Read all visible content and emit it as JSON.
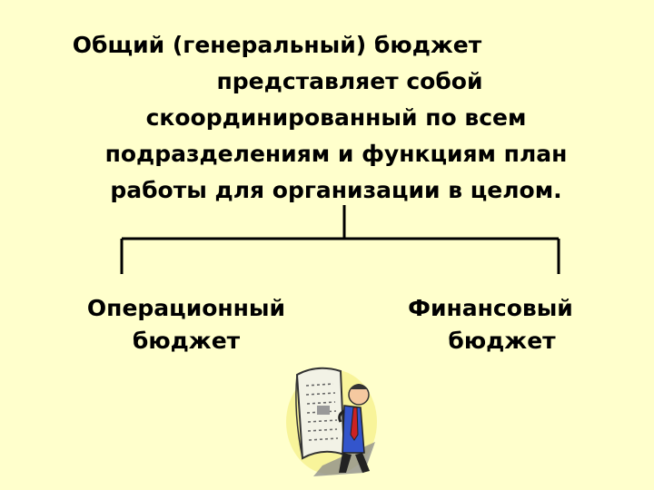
{
  "main_definition": {
    "lines": [
      "Общий (генеральный) бюджет",
      "представляет собой",
      "скоординированный по всем",
      "подразделениям и функциям план",
      "работы для организации в целом."
    ]
  },
  "branches": [
    {
      "lines": [
        "Операционный",
        "бюджет"
      ]
    },
    {
      "lines": [
        "Финансовый",
        "бюджет"
      ]
    }
  ],
  "decoration": {
    "icon": "man-reading-newspaper-icon",
    "colors": {
      "background": "#ffffcc",
      "paper": "#f2f2e6",
      "halo": "#f8f49a",
      "tie": "#cc2222",
      "shirt": "#3355cc"
    }
  }
}
